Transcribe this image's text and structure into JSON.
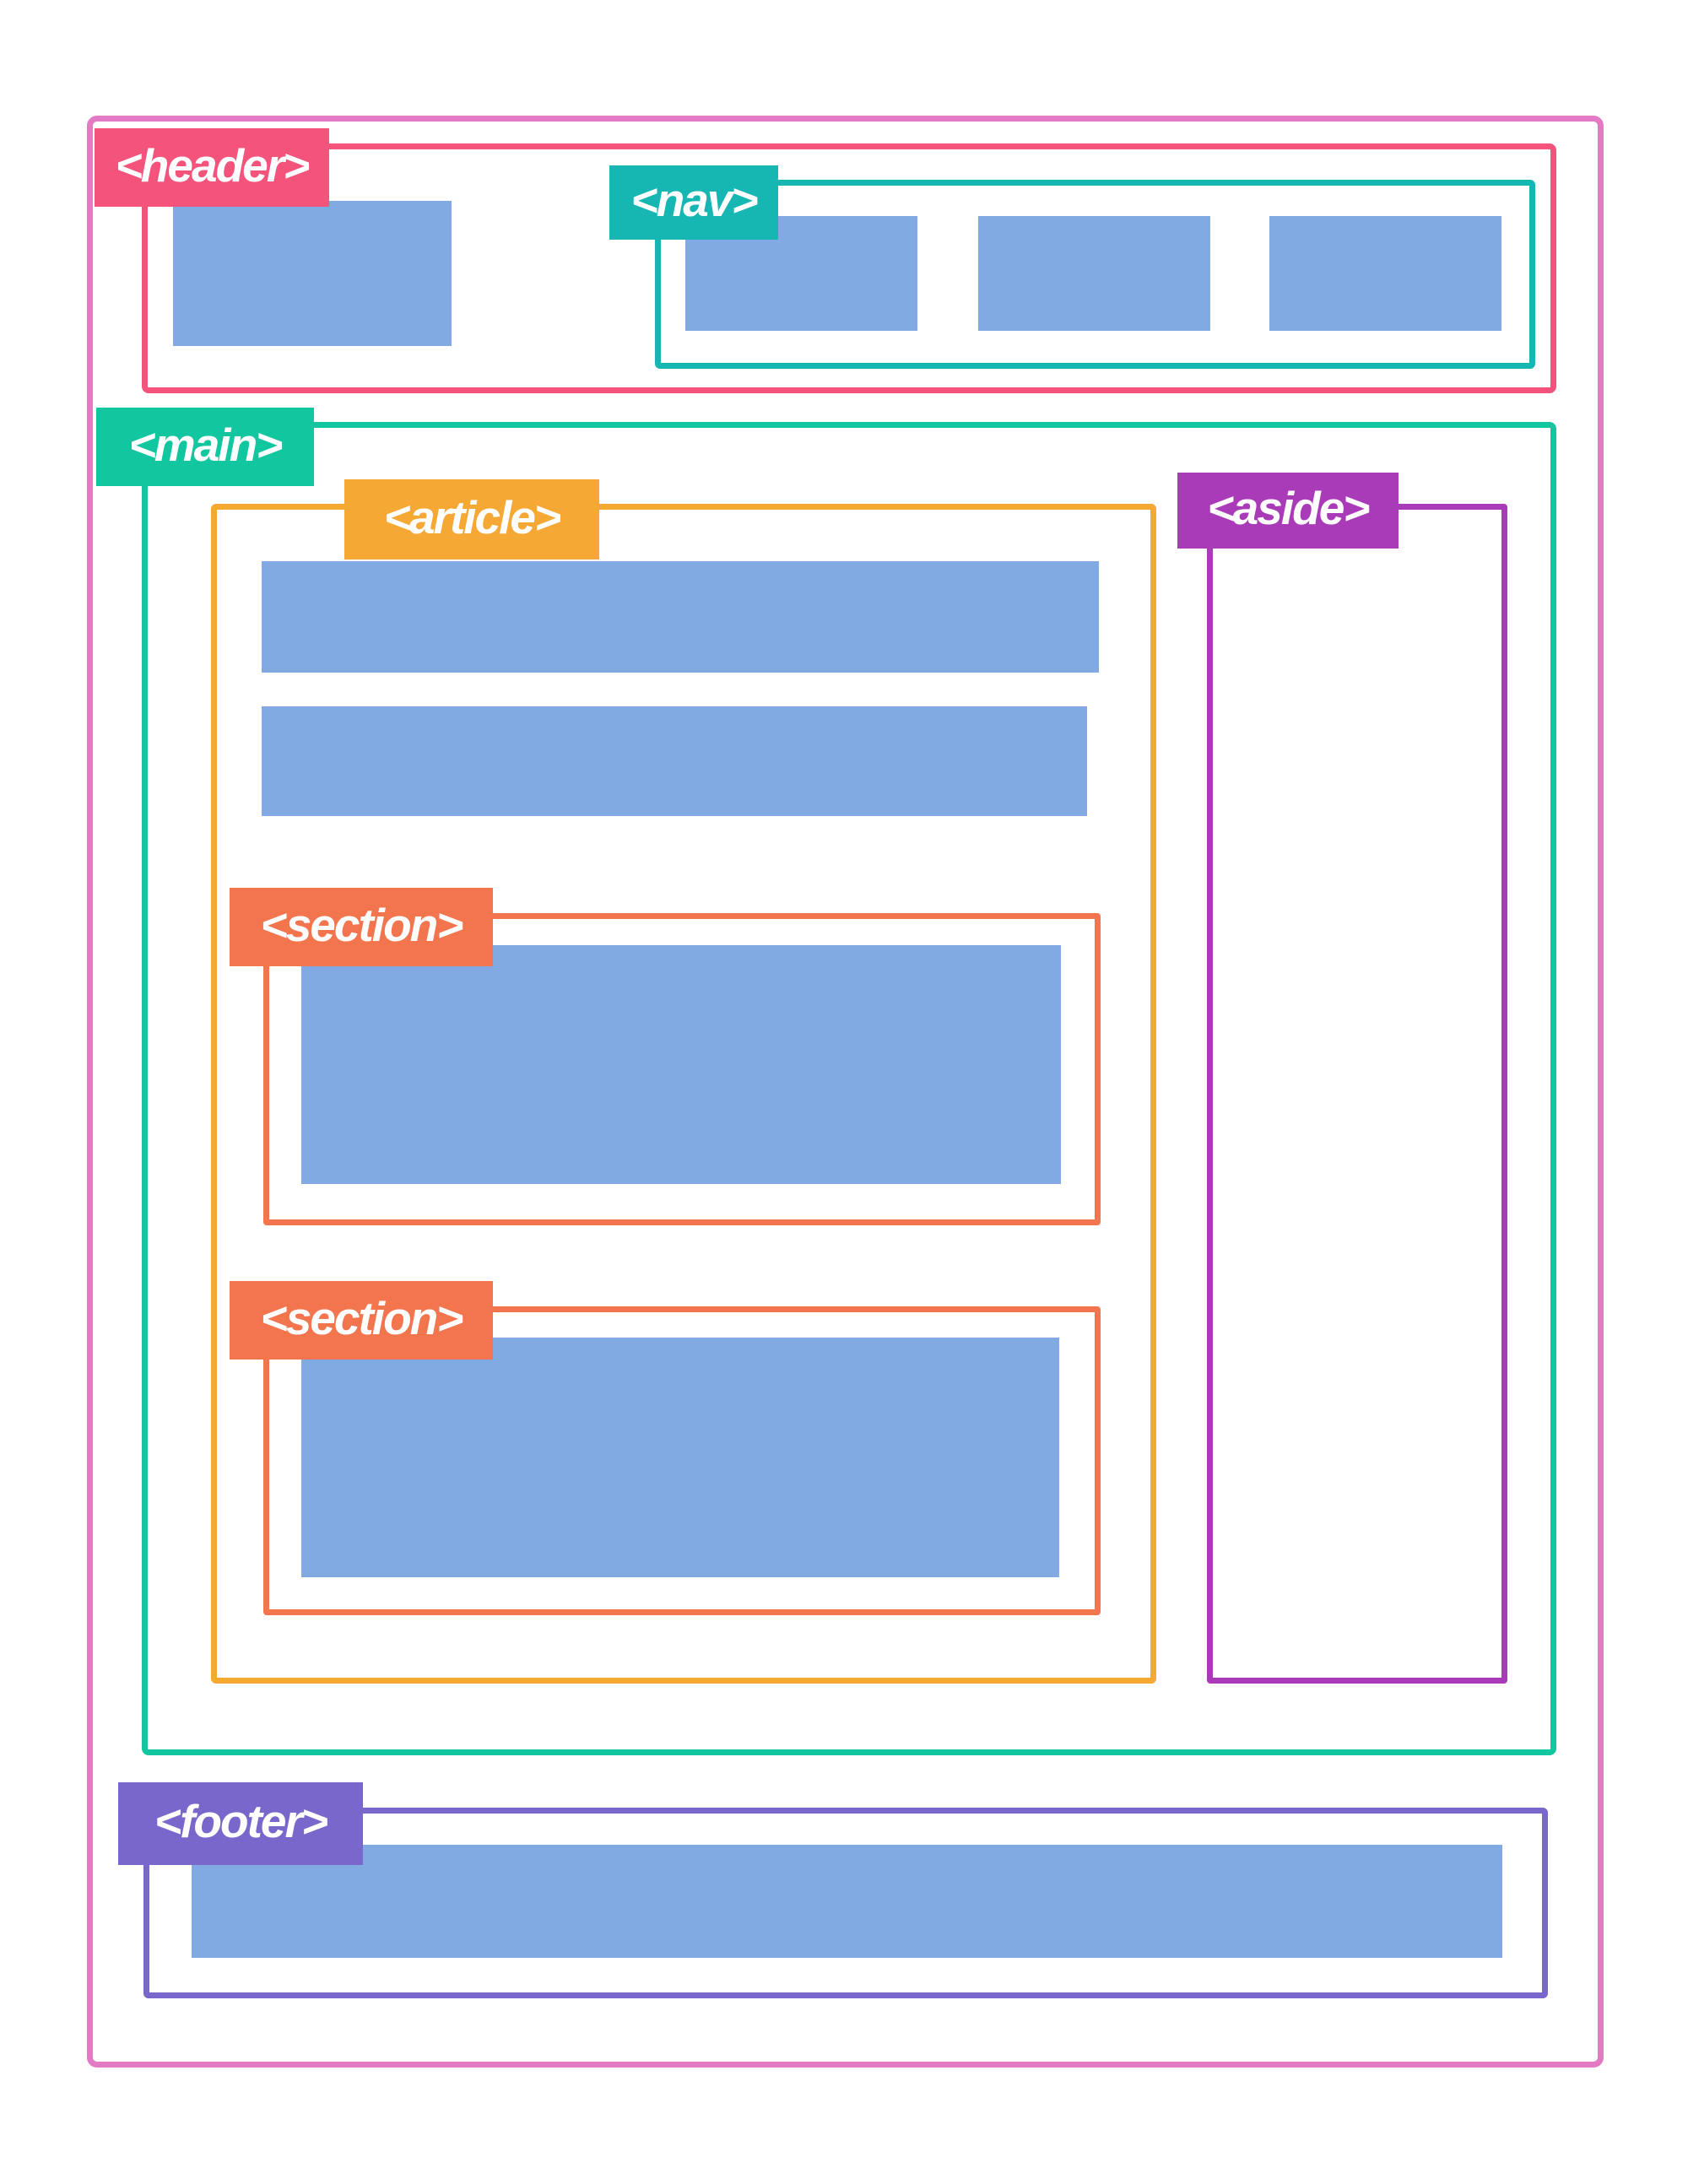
{
  "labels": {
    "header": "<header>",
    "nav": "<nav>",
    "main": "<main>",
    "article": "<article>",
    "section_one": "<section>",
    "section_two": "<section>",
    "aside": "<aside>",
    "footer": "<footer>"
  },
  "colors": {
    "page_outline": "#e27bc3",
    "header": "#f4547b",
    "nav": "#16b7b2",
    "main": "#12c7a0",
    "article": "#f6a834",
    "section": "#f3754e",
    "aside": "#a93bb8",
    "footer": "#7967cb",
    "content_block": "#80aae1"
  }
}
